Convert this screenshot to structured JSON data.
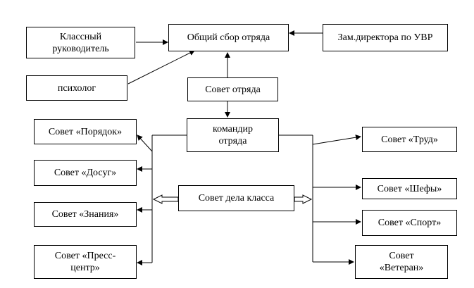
{
  "nodes": {
    "class_teacher": "Классный\nруководитель",
    "general_meeting": "Общий сбор отряда",
    "deputy_director": "Зам.директора по УВР",
    "psychologist": "психолог",
    "squad_council": "Совет отряда",
    "squad_commander": "командир\nотряда",
    "class_affairs_council": "Совет дела класса",
    "council_order": "Совет «Порядок»",
    "council_leisure": "Совет «Досуг»",
    "council_knowledge": "Совет «Знания»",
    "council_press": "Совет «Пресс-\nцентр»",
    "council_labor": "Совет «Труд»",
    "council_patrons": "Совет «Шефы»",
    "council_sport": "Совет «Спорт»",
    "council_veteran": "Совет\n«Ветеран»"
  },
  "colors": {
    "line": "#000000",
    "box_border": "#000000",
    "background": "#ffffff"
  }
}
